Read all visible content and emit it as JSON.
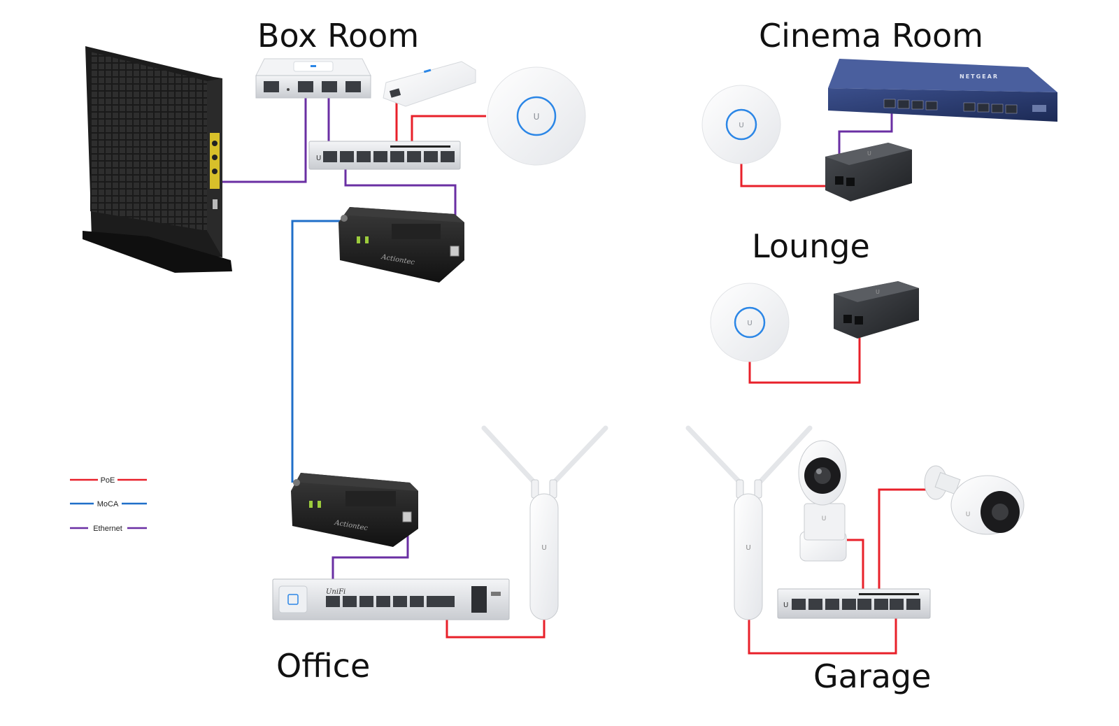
{
  "rooms": {
    "box_room": "Box Room",
    "cinema_room": "Cinema Room",
    "lounge": "Lounge",
    "office": "Office",
    "garage": "Garage"
  },
  "legend": {
    "poe": "PoE",
    "moca": "MoCA",
    "ethernet": "Ethernet"
  },
  "device_marks": {
    "netgear_brand": "NETGEAR",
    "actiontec_brand": "Actiontec",
    "unifi_brand": "UniFi",
    "ubiquiti_logo": "U"
  },
  "colors": {
    "poe": "#e8202a",
    "moca": "#1f6fc9",
    "ethernet": "#6a2fa3",
    "ap_ring": "#2b86e6"
  }
}
